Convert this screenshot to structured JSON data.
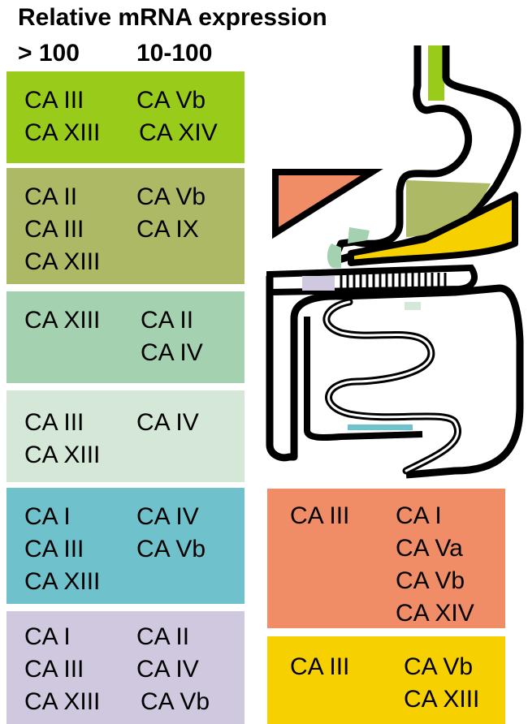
{
  "header": {
    "title": "Relative mRNA expression",
    "col_high": "> 100",
    "col_mid": "10-100"
  },
  "boxes": [
    {
      "id": "esophagus",
      "color": "#99cc1a",
      "high": [
        "CA III",
        "CA XIII"
      ],
      "mid": [
        "CA Vb",
        "CA XIV"
      ]
    },
    {
      "id": "stomach",
      "color": "#adb964",
      "high": [
        "CA II",
        "CA III",
        "CA XIII"
      ],
      "mid": [
        "CA Vb",
        "CA IX"
      ]
    },
    {
      "id": "duodenum",
      "color": "#a4d2b0",
      "high": [
        "CA XIII"
      ],
      "mid": [
        "CA II",
        "CA IV"
      ]
    },
    {
      "id": "jejunum",
      "color": "#d5e8d8",
      "high": [
        "CA III",
        "CA XIII"
      ],
      "mid": [
        "CA IV"
      ]
    },
    {
      "id": "colon",
      "color": "#6fc1cb",
      "high": [
        "CA I",
        "CA III",
        "CA XIII"
      ],
      "mid": [
        "CA IV",
        "CA Vb"
      ]
    },
    {
      "id": "cecum",
      "color": "#cfc8df",
      "high": [
        "CA I",
        "CA III",
        "CA XIII"
      ],
      "mid": [
        "CA II",
        "CA IV",
        "CA Vb"
      ]
    },
    {
      "id": "liver",
      "color": "#f08c66",
      "high": [
        "CA III"
      ],
      "mid": [
        "CA I",
        "CA Va",
        "CA Vb",
        "CA XIV"
      ]
    },
    {
      "id": "pancreas",
      "color": "#f7d000",
      "high": [
        "CA III"
      ],
      "mid": [
        "CA Vb",
        "CA XIII"
      ]
    }
  ]
}
